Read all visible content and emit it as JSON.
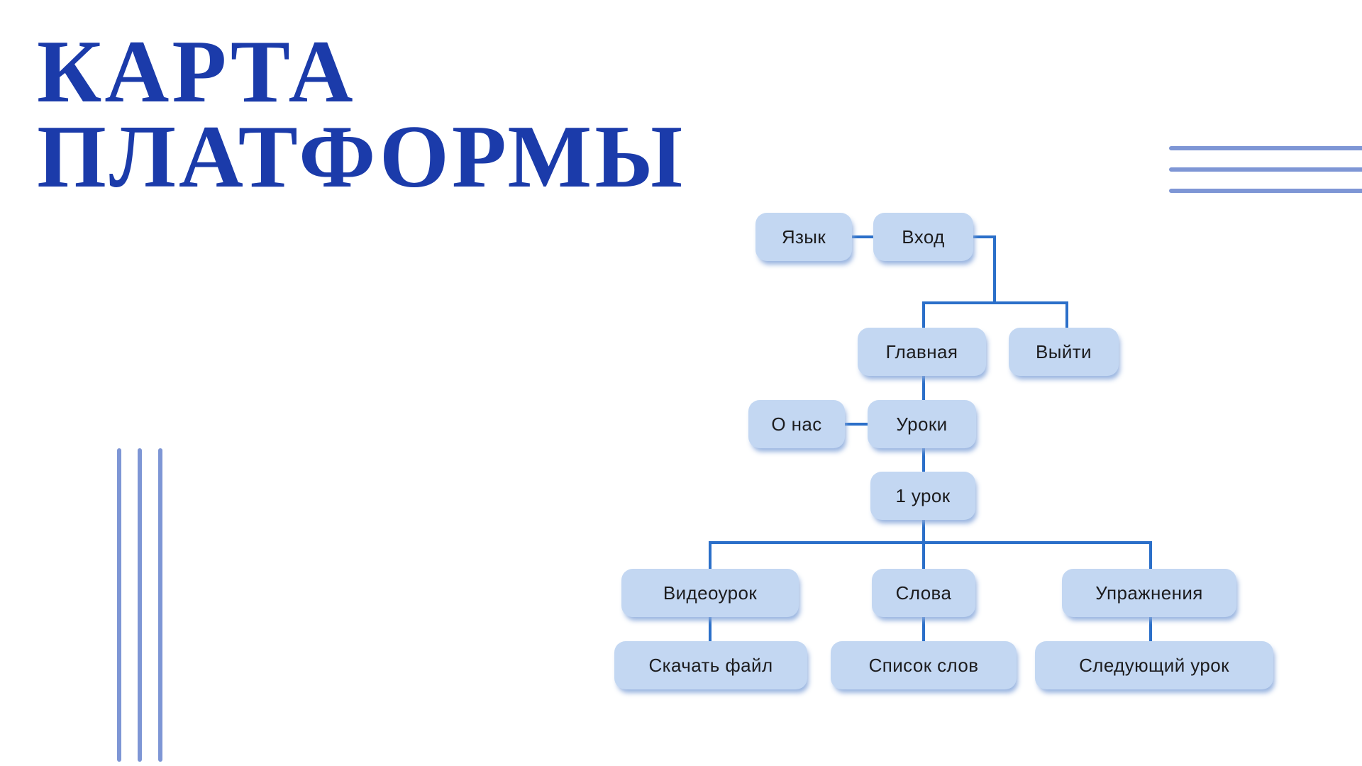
{
  "title": {
    "line1": "КАРТА",
    "line2": "ПЛАТФОРМЫ"
  },
  "diagram": {
    "nodes": [
      {
        "id": "yazyk",
        "label": "Язык"
      },
      {
        "id": "vhod",
        "label": "Вход"
      },
      {
        "id": "glavnaya",
        "label": "Главная"
      },
      {
        "id": "vyiti",
        "label": "Выйти"
      },
      {
        "id": "onas",
        "label": "О нас"
      },
      {
        "id": "uroki",
        "label": "Уроки"
      },
      {
        "id": "urok1",
        "label": "1 урок"
      },
      {
        "id": "videourok",
        "label": "Видеоурок"
      },
      {
        "id": "slova",
        "label": "Слова"
      },
      {
        "id": "uprazhneniya",
        "label": "Упражнения"
      },
      {
        "id": "skachat",
        "label": "Скачать файл"
      },
      {
        "id": "spisok",
        "label": "Список слов"
      },
      {
        "id": "sleduyushchiy",
        "label": "Следующий урок"
      }
    ],
    "edges": [
      [
        "Язык",
        "Вход"
      ],
      [
        "Вход",
        "Главная"
      ],
      [
        "Вход",
        "Выйти"
      ],
      [
        "Главная",
        "Уроки"
      ],
      [
        "О нас",
        "Уроки"
      ],
      [
        "Уроки",
        "1 урок"
      ],
      [
        "1 урок",
        "Видеоурок"
      ],
      [
        "1 урок",
        "Слова"
      ],
      [
        "1 урок",
        "Упражнения"
      ],
      [
        "Видеоурок",
        "Скачать файл"
      ],
      [
        "Слова",
        "Список слов"
      ],
      [
        "Упражнения",
        "Следующий урок"
      ]
    ]
  },
  "colors": {
    "title": "#1b3baa",
    "node-fill": "#c3d7f2",
    "node-text": "#1c1c1e",
    "connector": "#2b6fc9",
    "decor": "#7e96d5"
  }
}
